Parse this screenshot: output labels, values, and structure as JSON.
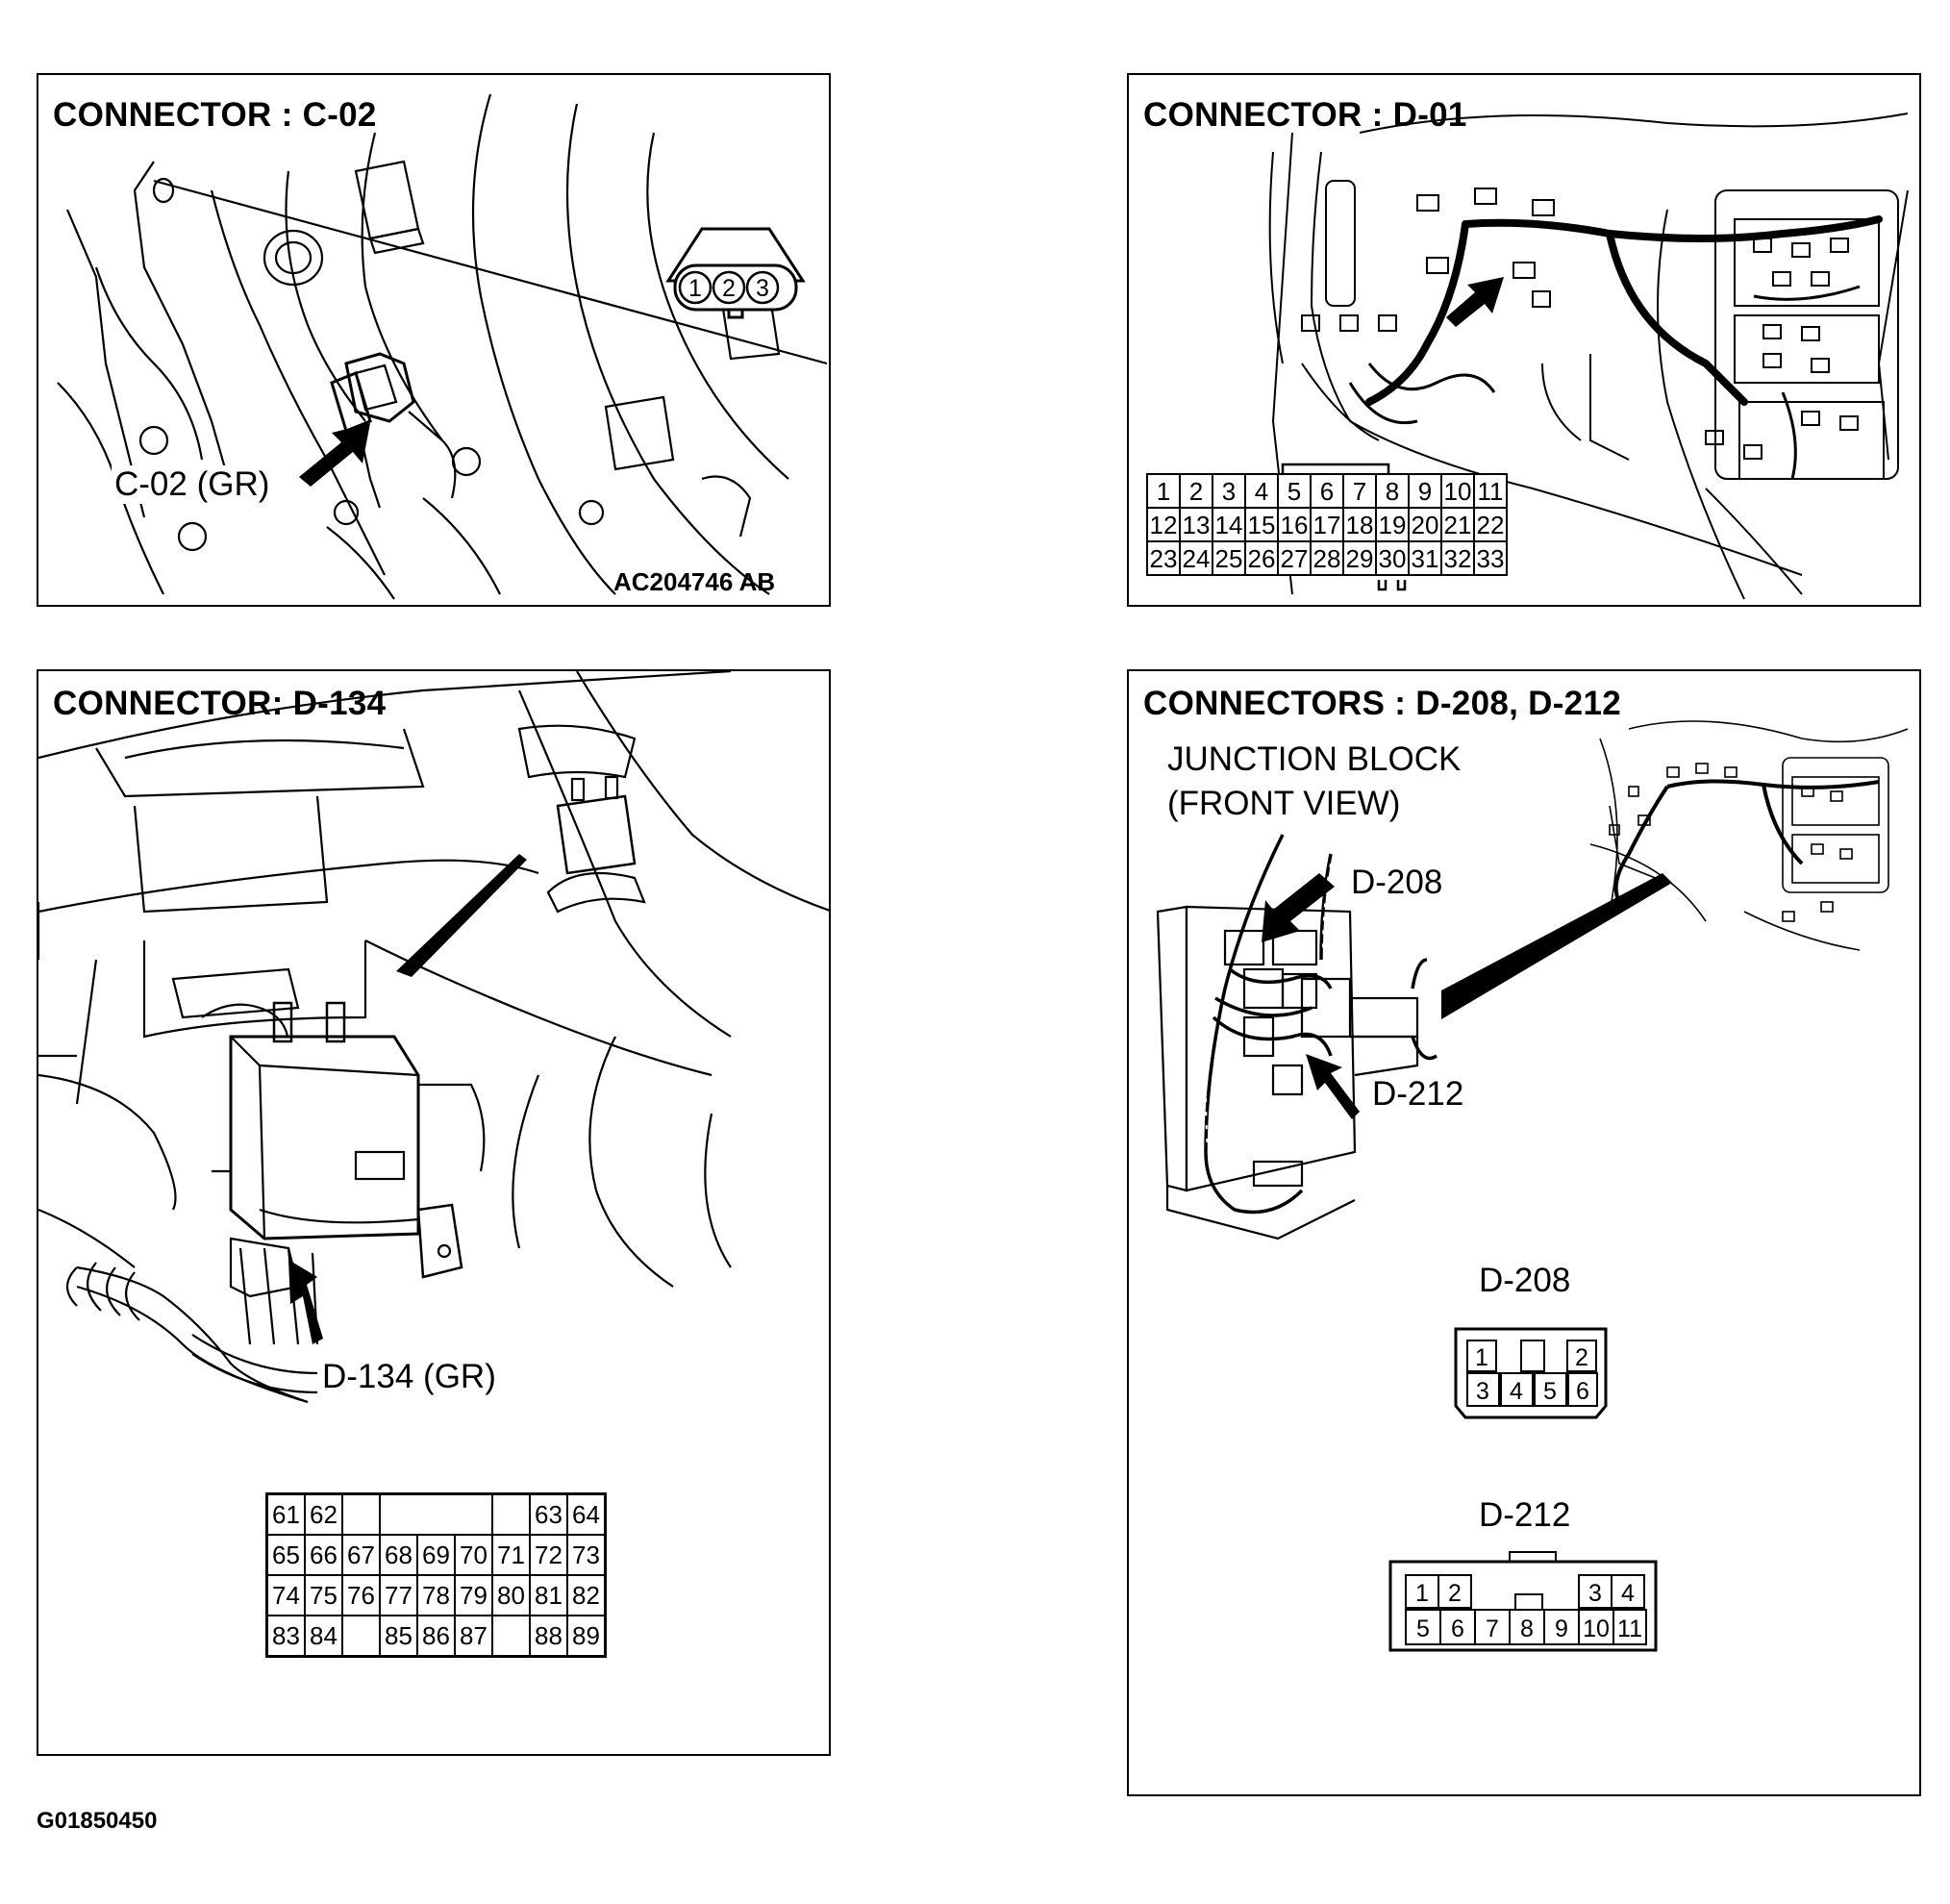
{
  "panels": {
    "c02": {
      "title": "CONNECTOR : C-02",
      "callout": "C-02 (GR)",
      "ref_code": "AC204746 AB",
      "pins": [
        "1",
        "2",
        "3"
      ]
    },
    "d01": {
      "title": "CONNECTOR : D-01",
      "pin_rows": [
        [
          "1",
          "2",
          "3",
          "4",
          "5",
          "6",
          "7",
          "8",
          "9",
          "10",
          "11"
        ],
        [
          "12",
          "13",
          "14",
          "15",
          "16",
          "17",
          "18",
          "19",
          "20",
          "21",
          "22"
        ],
        [
          "23",
          "24",
          "25",
          "26",
          "27",
          "28",
          "29",
          "30",
          "31",
          "32",
          "33"
        ]
      ]
    },
    "d134": {
      "title": "CONNECTOR: D-134",
      "callout": "D-134 (GR)",
      "pin_rows": [
        [
          "61",
          "62",
          "",
          "",
          "",
          "",
          "",
          "63",
          "64"
        ],
        [
          "65",
          "66",
          "67",
          "68",
          "69",
          "70",
          "71",
          "72",
          "73"
        ],
        [
          "74",
          "75",
          "76",
          "77",
          "78",
          "79",
          "80",
          "81",
          "82"
        ],
        [
          "83",
          "84",
          "",
          "85",
          "86",
          "87",
          "",
          "88",
          "89"
        ]
      ]
    },
    "d208_212": {
      "title": "CONNECTORS : D-208, D-212",
      "subtitle_line1": "JUNCTION BLOCK",
      "subtitle_line2": "(FRONT VIEW)",
      "callout_208": "D-208",
      "callout_212": "D-212",
      "label_208": "D-208",
      "label_212": "D-212",
      "pins_208": {
        "top": [
          "1",
          "2"
        ],
        "bottom": [
          "3",
          "4",
          "5",
          "6"
        ]
      },
      "pins_212": {
        "top": [
          "1",
          "2",
          "3",
          "4"
        ],
        "bottom": [
          "5",
          "6",
          "7",
          "8",
          "9",
          "10",
          "11"
        ]
      }
    }
  },
  "footer_code": "G01850450"
}
